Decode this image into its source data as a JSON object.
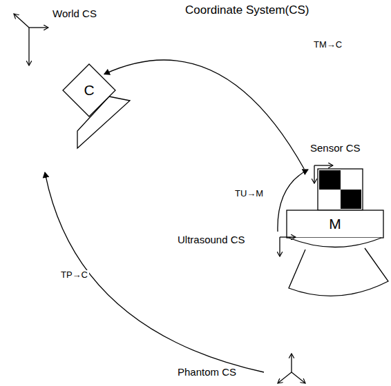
{
  "diagram": {
    "title": "Coordinate System(CS)",
    "nodes": [
      {
        "text": [
          "C"
        ]
      },
      {
        "text": [
          "M"
        ]
      }
    ],
    "edges": [
      {
        "from": 1,
        "to": 0,
        "arrow": "to",
        "label": "TM→C"
      }
    ],
    "labels": [
      "World CS",
      "Sensor CS",
      "Ultrasound CS",
      "Phantom CS",
      "TU→M",
      "TP→C"
    ]
  }
}
